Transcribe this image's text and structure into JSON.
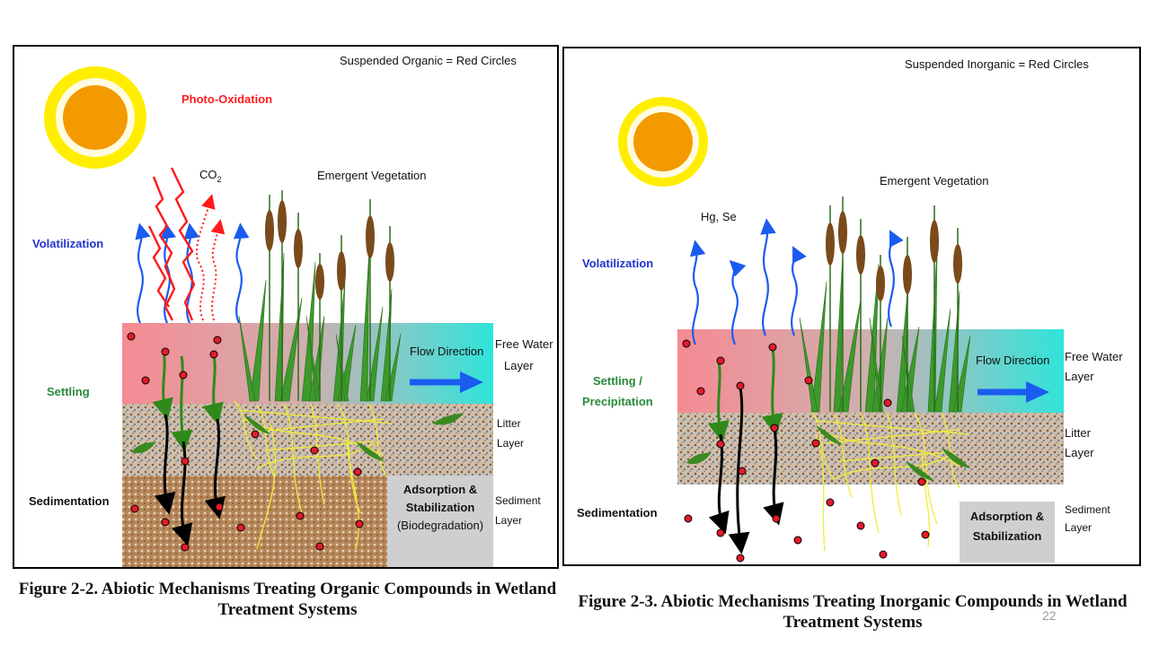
{
  "left": {
    "legend": "Suspended Organic = Red Circles",
    "photo_label": "Photo-Oxidation",
    "co2_main": "CO",
    "co2_sub": "2",
    "vegetation": "Emergent Vegetation",
    "volatilization": "Volatilization",
    "settling": "Settling",
    "sedimentation": "Sedimentation",
    "flow": "Flow Direction",
    "free_water_1": "Free Water",
    "free_water_2": "Layer",
    "litter_1": "Litter",
    "litter_2": "Layer",
    "sediment_1": "Sediment",
    "sediment_2": "Layer",
    "box_1": "Adsorption &",
    "box_2": "Stabilization",
    "box_3": "(Biodegradation)"
  },
  "right": {
    "legend": "Suspended Inorganic = Red Circles",
    "hg_label": "Hg, Se",
    "vegetation": "Emergent Vegetation",
    "volatilization": "Volatilization",
    "settling_1": "Settling /",
    "settling_2": "Precipitation",
    "sedimentation": "Sedimentation",
    "flow": "Flow Direction",
    "free_water_1": "Free Water",
    "free_water_2": "Layer",
    "litter_1": "Litter",
    "litter_2": "Layer",
    "sediment_1": "Sediment",
    "sediment_2": "Layer",
    "box_1": "Adsorption &",
    "box_2": "Stabilization"
  },
  "captions": {
    "left": "Figure 2-2.  Abiotic Mechanisms Treating Organic Compounds in Wetland Treatment Systems",
    "right": "Figure 2-3.  Abiotic Mechanisms Treating Inorganic Compounds in Wetland Treatment Systems"
  },
  "page_number": "22",
  "colors": {
    "sun_outer": "#ffee00",
    "sun_inner": "#f39a00",
    "red": "#ff1a1a",
    "blue_text": "#2233cc",
    "green_text": "#2a8a3a",
    "arrow_blue": "#1a5cf0",
    "water_pink": "#f4838c",
    "water_teal": "#33e0d6",
    "litter": "#c8b9a8",
    "sediment": "#b9895a"
  }
}
